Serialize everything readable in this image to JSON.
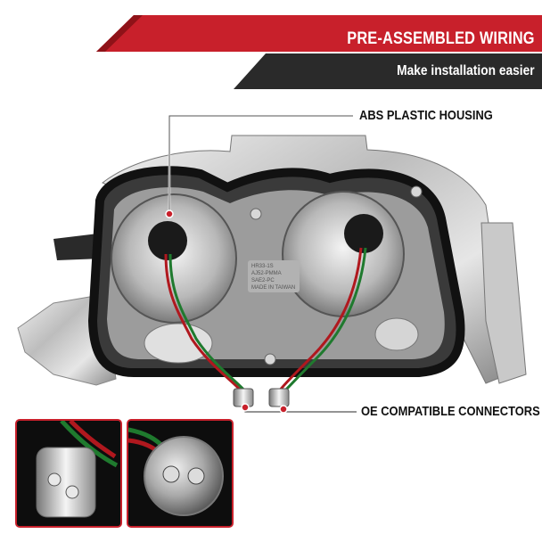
{
  "banner": {
    "title": "PRE-ASSEMBLED WIRING",
    "subtitle": "Make installation easier",
    "colors": {
      "red": "#c8202b",
      "dark": "#2a2a2a"
    }
  },
  "callouts": {
    "housing": "ABS PLASTIC HOUSING",
    "connectors": "OE COMPATIBLE CONNECTORS"
  },
  "molded_text": {
    "line1": "HR33-1S",
    "line2": "AJ52-PMMA",
    "line3": "SAE2-PC",
    "line4": "MADE IN TAIWAN"
  },
  "colors": {
    "accent": "#c8202b",
    "gasket": "#1a1a1a",
    "chrome": "#cfcfcf",
    "wire_red": "#b0181e",
    "wire_green": "#1f7a2e"
  }
}
